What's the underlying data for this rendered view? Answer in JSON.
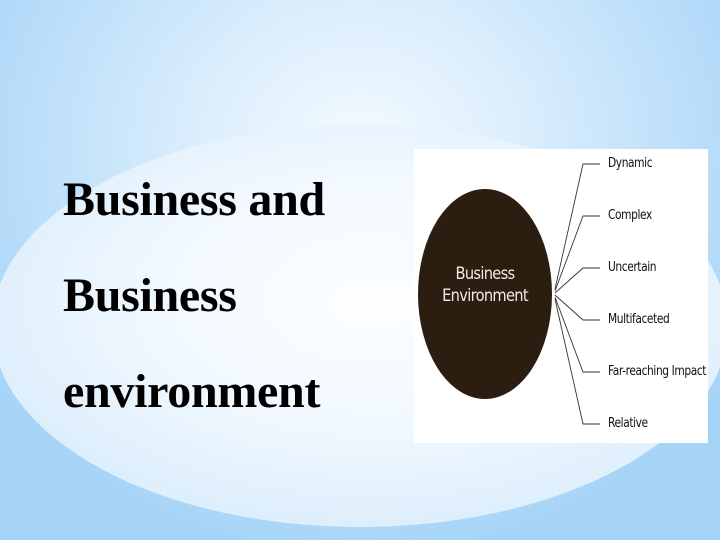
{
  "slide": {
    "title_lines": [
      "Business and",
      "Business",
      "environment"
    ],
    "colors": {
      "background_edge": "#a6d4f7",
      "background_center": "#f4fbff",
      "title_text": "#000000",
      "circle_fill": "#2b1d10",
      "circle_text": "#f2ece2"
    }
  },
  "diagram": {
    "center": {
      "line1": "Business",
      "line2": "Environment"
    },
    "attributes": [
      {
        "label": "Dynamic"
      },
      {
        "label": "Complex"
      },
      {
        "label": "Uncertain"
      },
      {
        "label": "Multifaceted"
      },
      {
        "label": "Far-reaching Impact"
      },
      {
        "label": "Relative"
      }
    ]
  }
}
